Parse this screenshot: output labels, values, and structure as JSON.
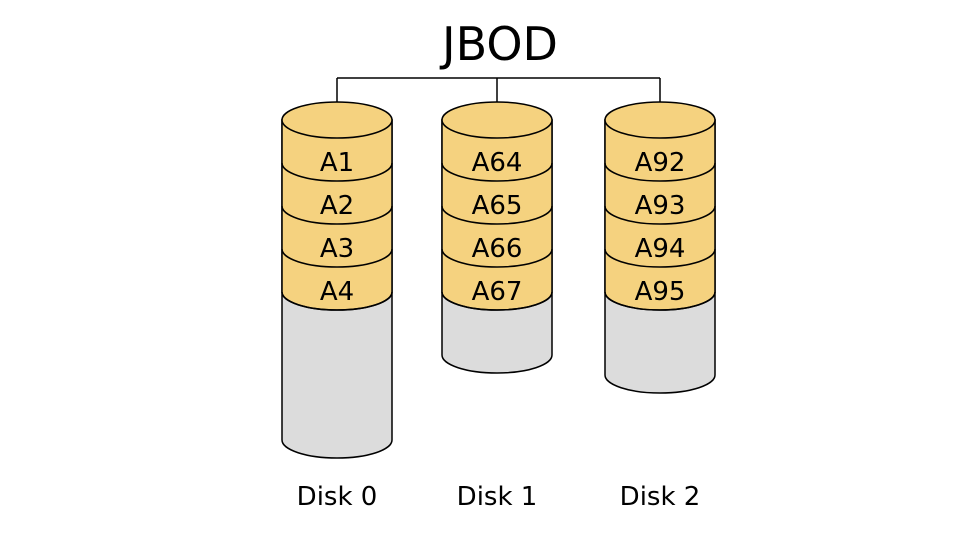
{
  "title": "JBOD",
  "colors": {
    "data_block": "#f5d27f",
    "empty_space": "#dcdcdc",
    "stroke": "#000000",
    "background": "#ffffff"
  },
  "disks": [
    {
      "label": "Disk 0",
      "blocks": [
        "A1",
        "A2",
        "A3",
        "A4"
      ]
    },
    {
      "label": "Disk 1",
      "blocks": [
        "A64",
        "A65",
        "A66",
        "A67"
      ]
    },
    {
      "label": "Disk 2",
      "blocks": [
        "A92",
        "A93",
        "A94",
        "A95"
      ]
    }
  ]
}
